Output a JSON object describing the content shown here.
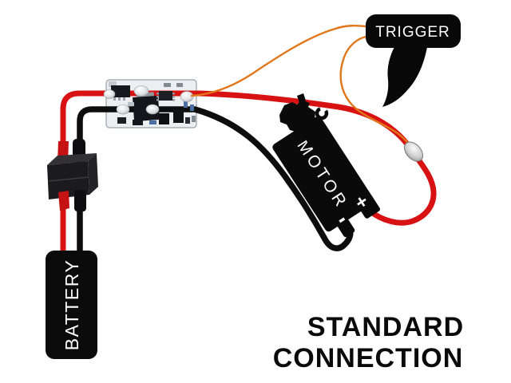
{
  "diagram": {
    "title_line1": "STANDARD",
    "title_line2": "CONNECTION"
  },
  "trigger": {
    "label": "TRIGGER"
  },
  "battery": {
    "label": "BATTERY"
  },
  "motor": {
    "label": "MOTOR",
    "plus": "+",
    "minus": "-"
  },
  "wires": {
    "positive_color": "#d81212",
    "negative_color": "#0d0d0d",
    "signal_color": "#e2761a"
  }
}
